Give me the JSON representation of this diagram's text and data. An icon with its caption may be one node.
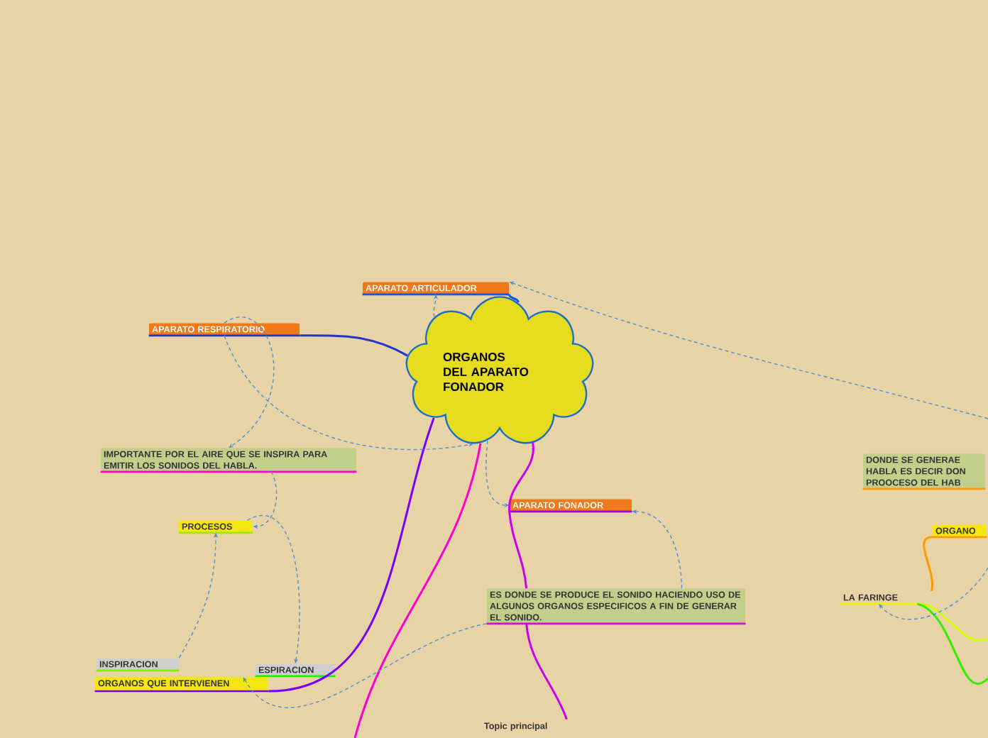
{
  "diagram": {
    "nodes": [
      {
        "text": [
          "ORGANOS DEL APARATO FONADOR"
        ]
      },
      {
        "text": [
          "APARATO ARTICULADOR"
        ]
      },
      {
        "text": [
          "APARATO RESPIRATORIO"
        ]
      },
      {
        "text": [
          "IMPORTANTE POR EL AIRE QUE SE INSPIRA PARA EMITIR LOS SONIDOS DEL HABLA."
        ]
      },
      {
        "text": [
          "PROCESOS"
        ]
      },
      {
        "text": [
          "APARATO FONADOR"
        ]
      },
      {
        "text": [
          "ES DONDE SE PRODUCE EL SONIDO HACIENDO USO DE ALGUNOS ORGANOS ESPECIFICOS A FIN DE GENERAR EL SONIDO."
        ]
      },
      {
        "text": [
          "INSPIRACION"
        ]
      },
      {
        "text": [
          "ESPIRACION"
        ]
      },
      {
        "text": [
          "ORGANOS QUE INTERVIENEN"
        ]
      },
      {
        "text": [
          "Topic principal"
        ]
      },
      {
        "text": [
          "DONDE SE GENERAE HABLA ES DECIR DON PROOCESO DEL HAB"
        ]
      },
      {
        "text": [
          "ORGANO"
        ]
      },
      {
        "text": [
          "LA FARINGE"
        ]
      }
    ],
    "edges": [
      {
        "from": 0,
        "to": 1,
        "arrow": "none",
        "color": "#1155ee"
      },
      {
        "from": 0,
        "to": 2,
        "arrow": "none",
        "color": "#2233cc"
      },
      {
        "from": 0,
        "to": 9,
        "arrow": "none",
        "color": "#7700ff"
      },
      {
        "from": 0,
        "to": null,
        "arrow": "none",
        "color": "#ff00cc"
      },
      {
        "from": 0,
        "to": 5,
        "arrow": "none",
        "color": "#cc00ee"
      },
      {
        "from": 5,
        "to": 6,
        "arrow": "none",
        "color": "#cc00ee"
      },
      {
        "from": 6,
        "to": 10,
        "arrow": "none",
        "color": "#cc00ee"
      },
      {
        "from": 13,
        "to": 12,
        "arrow": "none",
        "color": "#ff9900"
      },
      {
        "from": 13,
        "to": null,
        "arrow": "none",
        "color": "#ccff00"
      },
      {
        "from": 13,
        "to": null,
        "arrow": "none",
        "color": "#33ee00"
      },
      {
        "from": null,
        "to": 1,
        "arrow": "to",
        "style": "dashed"
      },
      {
        "from": 2,
        "to": 3,
        "arrow": "to",
        "style": "dashed"
      },
      {
        "from": 2,
        "to": 0,
        "arrow": "to",
        "style": "dashed"
      },
      {
        "from": 0,
        "to": 1,
        "arrow": "to",
        "style": "dashed"
      },
      {
        "from": 0,
        "to": 5,
        "arrow": "to",
        "style": "dashed"
      },
      {
        "from": 6,
        "to": 5,
        "arrow": "to",
        "style": "dashed"
      },
      {
        "from": 3,
        "to": 4,
        "arrow": "to",
        "style": "dashed"
      },
      {
        "from": 4,
        "to": 8,
        "arrow": "to",
        "style": "dashed"
      },
      {
        "from": 7,
        "to": 4,
        "arrow": "to",
        "style": "dashed"
      },
      {
        "from": 6,
        "to": 9,
        "arrow": "to",
        "style": "dashed"
      },
      {
        "from": null,
        "to": 13,
        "arrow": "to",
        "style": "dashed"
      }
    ]
  }
}
